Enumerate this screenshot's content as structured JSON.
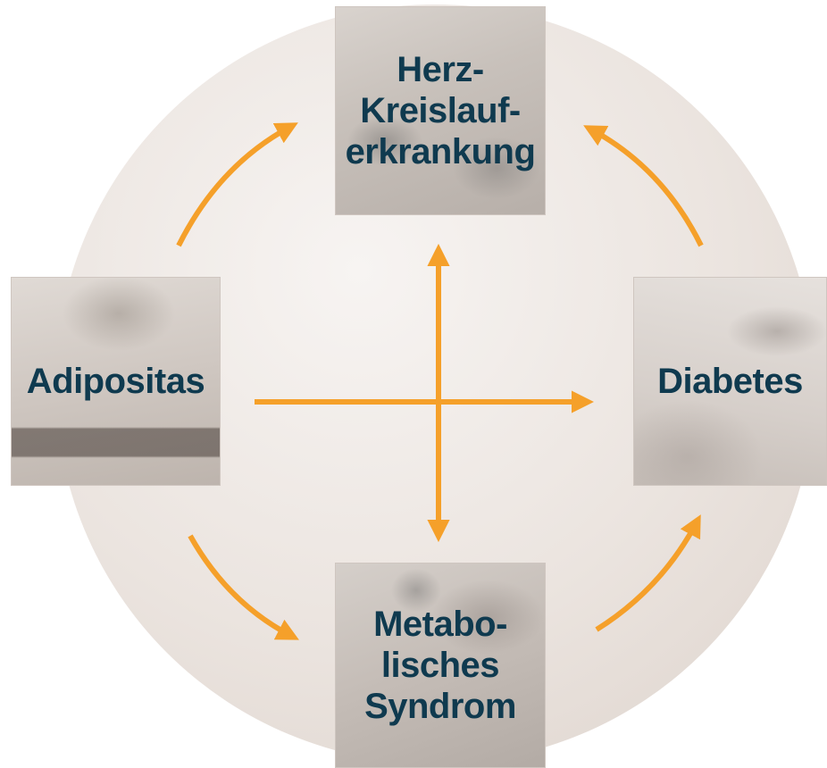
{
  "colors": {
    "arrow": "#f5a02a",
    "label": "#0f3a4f",
    "circle": "#ebe4df"
  },
  "nodes": {
    "top": {
      "label": "Herz-\nKreislauf-\nerkrankung"
    },
    "left": {
      "label": "Adipositas"
    },
    "right": {
      "label": "Diabetes"
    },
    "bottom": {
      "label": "Metabo-\nlisches\nSyndrom"
    }
  },
  "edges": [
    {
      "from": "left",
      "to": "top"
    },
    {
      "from": "right",
      "to": "top"
    },
    {
      "from": "left",
      "to": "bottom"
    },
    {
      "from": "bottom",
      "to": "right"
    },
    {
      "from": "left",
      "to": "right"
    },
    {
      "from": "top",
      "to": "bottom",
      "bidirectional": true
    }
  ]
}
